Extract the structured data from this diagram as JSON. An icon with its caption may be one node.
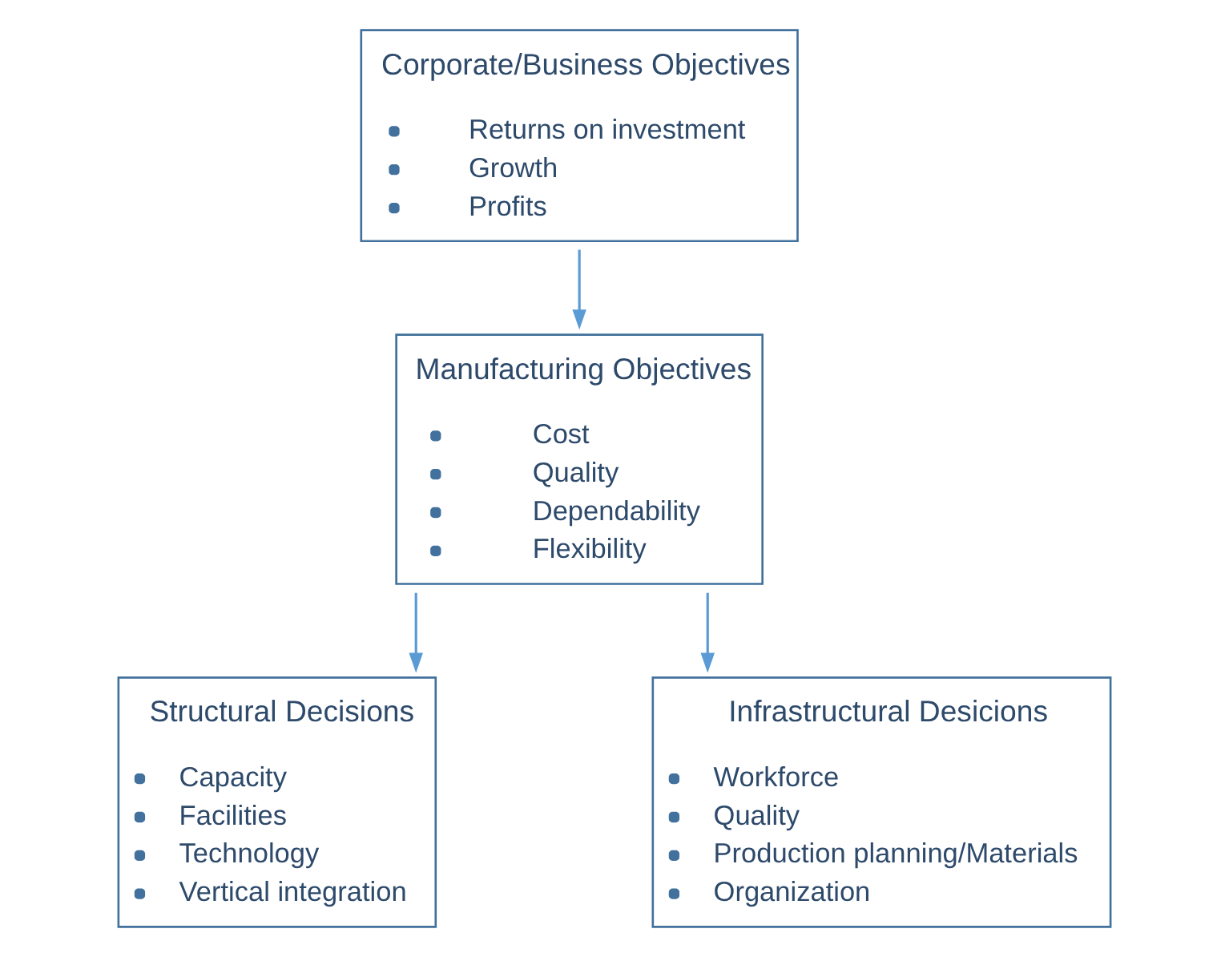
{
  "diagram": {
    "nodes": [
      {
        "text": [
          "Corporate/Business Objectives",
          "Returns on investment",
          "Growth",
          "Profits"
        ]
      },
      {
        "text": [
          "Manufacturing Objectives",
          "Cost",
          "Quality",
          "Dependability",
          "Flexibility"
        ]
      },
      {
        "text": [
          "Structural Decisions",
          "Capacity",
          "Facilities",
          "Technology",
          "Vertical integration"
        ]
      },
      {
        "text": [
          "Infrastructural Desicions",
          "Workforce",
          "Quality",
          "Production planning/Materials",
          "Organization"
        ]
      }
    ],
    "edges": [
      {
        "from": 0,
        "to": 1,
        "arrow": "to"
      },
      {
        "from": 1,
        "to": 2,
        "arrow": "to"
      },
      {
        "from": 1,
        "to": 3,
        "arrow": "to"
      }
    ]
  }
}
